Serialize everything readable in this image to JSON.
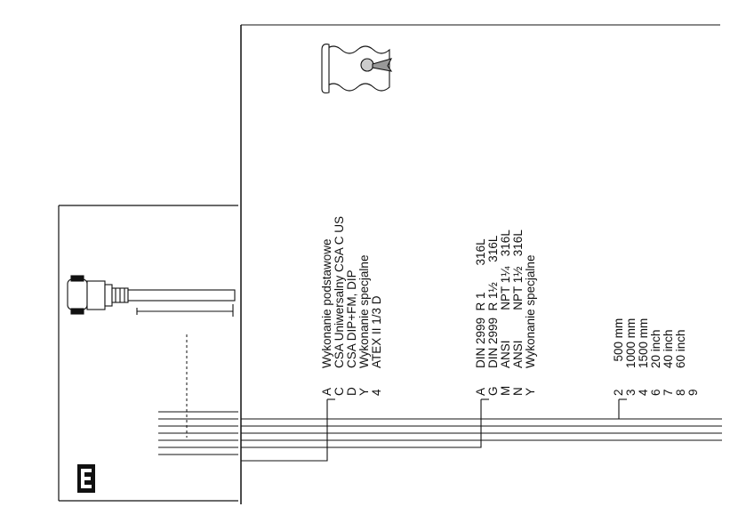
{
  "document": {
    "groups": [
      {
        "items": [
          {
            "code": "A",
            "text": "Wykonanie podstawowe"
          },
          {
            "code": "C",
            "text": "CSA Uniwersalny CSA C US"
          },
          {
            "code": "D",
            "text": "CSA DIP+FM, DIP"
          },
          {
            "code": "Y",
            "text": "Wykonanie specjalne"
          },
          {
            "code": "4",
            "text": "ATEX II 1/3 D"
          }
        ]
      },
      {
        "items": [
          {
            "code": "A",
            "text": "DIN 2999  R 1        316L"
          },
          {
            "code": "G",
            "text": "DIN 2999  R 1½      316L"
          },
          {
            "code": "M",
            "text": "ANSI         NPT 1¼   316L"
          },
          {
            "code": "N",
            "text": "ANSI         NPT 1½   316L"
          },
          {
            "code": "Y",
            "text": "Wykonanie specjalne"
          }
        ]
      },
      {
        "items": [
          {
            "code": "2",
            "text": "  500 mm"
          },
          {
            "code": "3",
            "text": "1000 mm"
          },
          {
            "code": "4",
            "text": "1500 mm"
          },
          {
            "code": "6",
            "text": "20 inch"
          },
          {
            "code": "7",
            "text": "40 inch"
          },
          {
            "code": "8",
            "text": "60 inch"
          },
          {
            "code": "9",
            "text": ""
          }
        ]
      }
    ],
    "icons": {
      "certificate": "certificate-scroll-icon",
      "device": "level-probe-illustration",
      "logo": "endress-hauser-logo"
    }
  }
}
